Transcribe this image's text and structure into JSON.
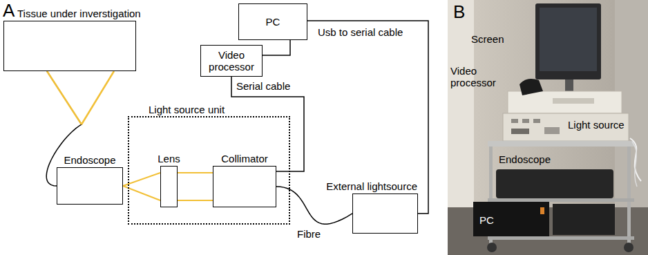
{
  "diagram": {
    "nodes": [
      {
        "text": [
          "Tissue under inverstigation"
        ]
      },
      {
        "text": [
          "PC"
        ]
      },
      {
        "text": [
          "Video processor"
        ]
      },
      {
        "text": [
          "Light source unit"
        ]
      },
      {
        "text": [
          "Endoscope"
        ]
      },
      {
        "text": [
          "Lens"
        ],
        "in": 3
      },
      {
        "text": [
          "Collimator"
        ],
        "in": 3
      },
      {
        "text": [
          "External lightsource"
        ]
      }
    ],
    "edges": [
      {
        "from": 0,
        "to": 4,
        "arrow": "none"
      },
      {
        "from": 4,
        "to": 5,
        "arrow": "none"
      },
      {
        "from": 5,
        "to": 6,
        "arrow": "none"
      },
      {
        "from": 6,
        "to": 7,
        "label": "Fibre",
        "arrow": "none"
      },
      {
        "from": 1,
        "to": 2,
        "arrow": "none"
      },
      {
        "from": 1,
        "to": 7,
        "label": "Usb to serial cable",
        "arrow": "none"
      },
      {
        "from": 2,
        "to": 6,
        "label": "Serial cable",
        "arrow": "none"
      }
    ],
    "labels": [
      "A",
      "B",
      "Screen",
      "Video processor",
      "Light source",
      "Endoscope",
      "PC"
    ]
  }
}
